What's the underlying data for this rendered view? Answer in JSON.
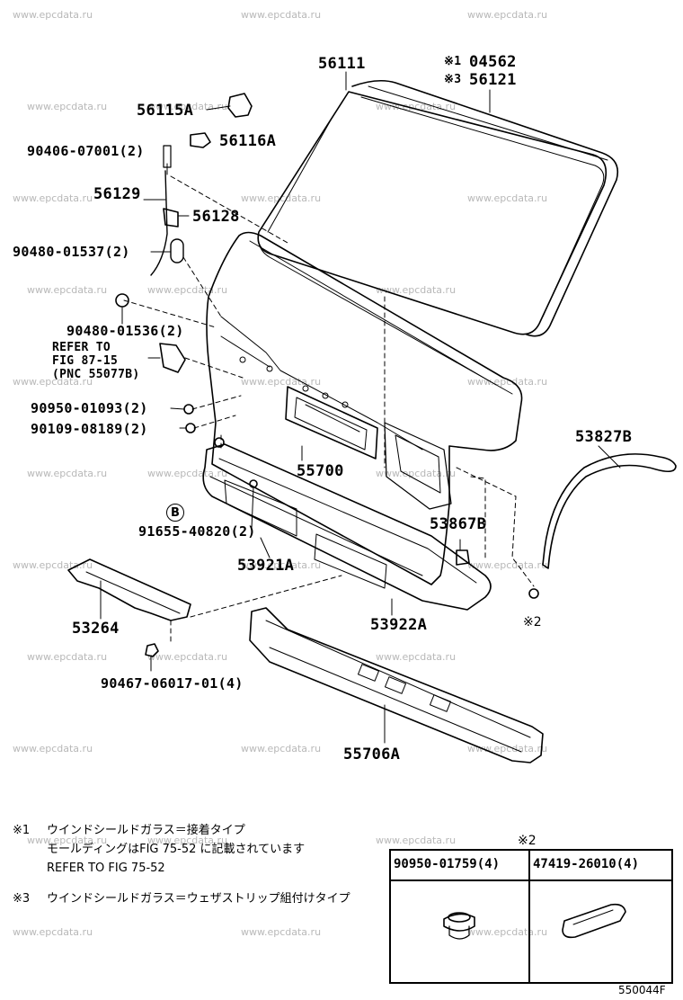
{
  "watermark_text": "www.epcdata.ru",
  "labels": {
    "p56111": "56111",
    "p04562": "04562",
    "p56121": "56121",
    "note_mark_1": "※1",
    "note_mark_3": "※3",
    "p56115A": "56115A",
    "p56116A": "56116A",
    "p90406": "90406-07001(2)",
    "p56129": "56129",
    "p56128": "56128",
    "p90480_37": "90480-01537(2)",
    "p90480_36": "90480-01536(2)",
    "refer_line1": "REFER TO",
    "refer_line2": "FIG 87-15",
    "refer_line3": "(PNC 55077B)",
    "p90950_93": "90950-01093(2)",
    "p90109": "90109-08189(2)",
    "p55700": "55700",
    "p53827B": "53827B",
    "circle_b": "B",
    "p91655": "91655-40820(2)",
    "p53867B": "53867B",
    "p53921A": "53921A",
    "p53264": "53264",
    "p53922A": "53922A",
    "mark_2": "※2",
    "p90467": "90467-06017-01(4)",
    "p55706A": "55706A"
  },
  "notes": {
    "n1_mark": "※1",
    "n1_line1": "ウインドシールドガラス＝接着タイプ",
    "n1_line2": "モールディングはFIG 75-52 に記載されています",
    "n1_line3": "REFER TO FIG 75-52",
    "n3_mark": "※3",
    "n3_line1": "ウインドシールドガラス＝ウェザストリップ組付けタイプ"
  },
  "parts_box": {
    "mark": "※2",
    "col1_header": "90950-01759(4)",
    "col2_header": "47419-26010(4)"
  },
  "figure_id": "550044F"
}
